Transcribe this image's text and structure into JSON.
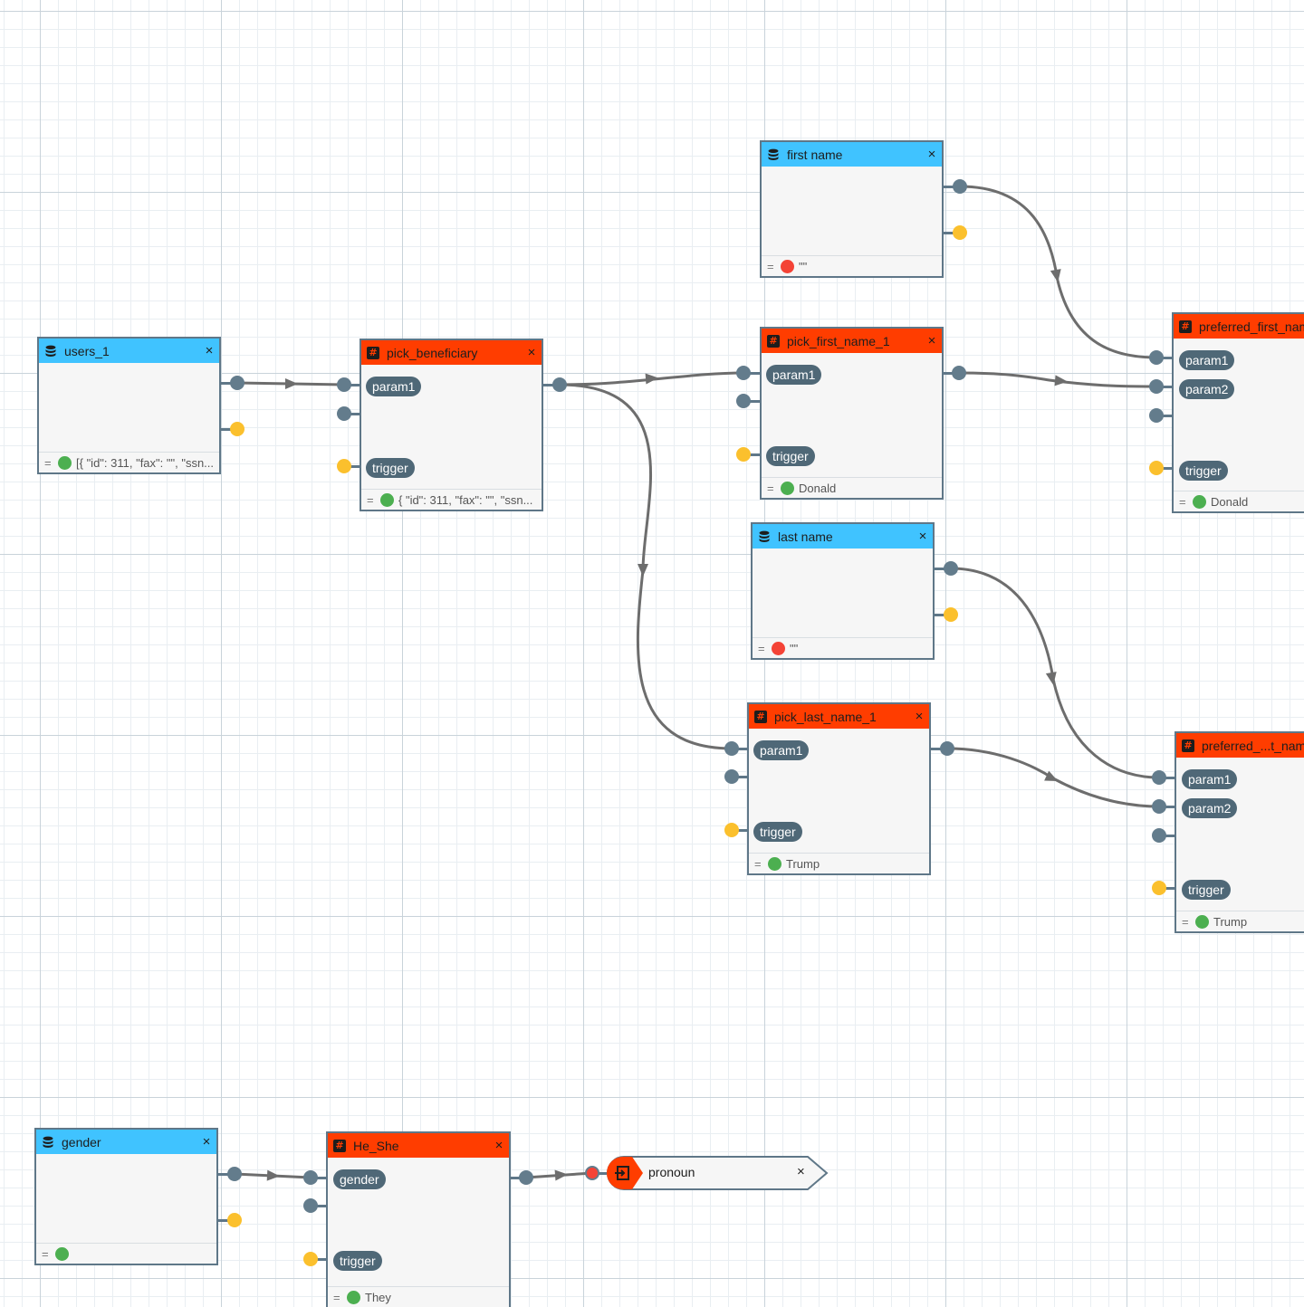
{
  "nodes": {
    "users": {
      "title": "users_1",
      "value": "[{ \"id\": 311, \"fax\": \"\", \"ssn...",
      "status": "green",
      "icon": "database-icon"
    },
    "pick_beneficiary": {
      "title": "pick_beneficiary",
      "params": [
        "param1",
        "trigger"
      ],
      "value": "{ \"id\": 311, \"fax\": \"\", \"ssn...",
      "status": "green",
      "icon": "hash-icon"
    },
    "first_name": {
      "title": "first name",
      "value": "\"\"",
      "status": "red",
      "icon": "database-icon"
    },
    "pick_first_name": {
      "title": "pick_first_name_1",
      "params": [
        "param1",
        "trigger"
      ],
      "value": "Donald",
      "status": "green",
      "icon": "hash-icon"
    },
    "preferred_first": {
      "title": "preferred_first_name",
      "params": [
        "param1",
        "param2",
        "trigger"
      ],
      "value": "Donald",
      "status": "green",
      "icon": "hash-icon"
    },
    "last_name": {
      "title": "last name",
      "value": "\"\"",
      "status": "red",
      "icon": "database-icon"
    },
    "pick_last_name": {
      "title": "pick_last_name_1",
      "params": [
        "param1",
        "trigger"
      ],
      "value": "Trump",
      "status": "green",
      "icon": "hash-icon"
    },
    "preferred_last": {
      "title": "preferred_...t_name",
      "params": [
        "param1",
        "param2",
        "trigger"
      ],
      "value": "Trump",
      "status": "green",
      "icon": "hash-icon"
    },
    "gender": {
      "title": "gender",
      "value": "",
      "status": "green",
      "icon": "database-icon"
    },
    "he_she": {
      "title": "He_She",
      "params": [
        "gender",
        "trigger"
      ],
      "value": "They",
      "status": "green",
      "icon": "hash-icon"
    },
    "pronoun": {
      "title": "pronoun",
      "icon": "output-icon"
    }
  },
  "footer_prefix": "=",
  "close_glyph": "×",
  "colors": {
    "data_header": "#40c3ff",
    "function_header": "#ff3d00",
    "data_port": "#637c8c",
    "trigger_port": "#fbc02d",
    "status_ok": "#4caf50",
    "status_empty": "#f44336",
    "wire": "#6d6d6d"
  }
}
